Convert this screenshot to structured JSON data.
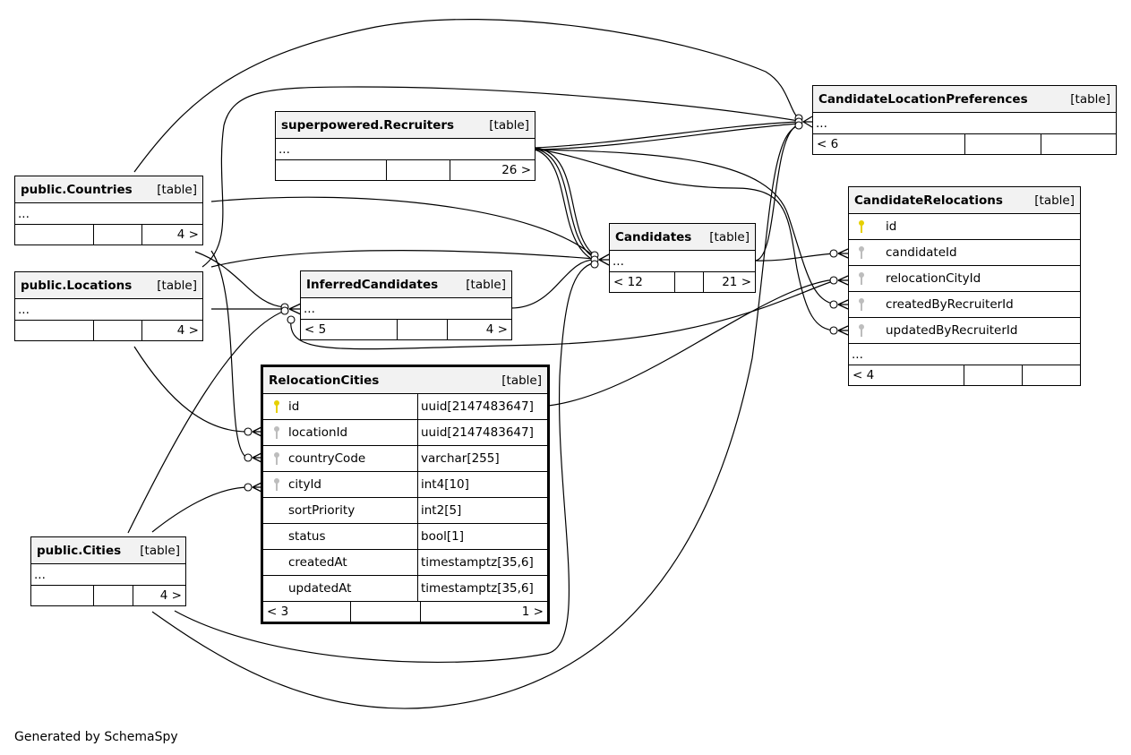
{
  "footer": "Generated by SchemaSpy",
  "table_tag": "[table]",
  "ellipsis": "...",
  "tables": {
    "clp": {
      "name": "CandidateLocationPreferences",
      "foot": [
        "< 6",
        "",
        ""
      ]
    },
    "recruiters": {
      "name": "superpowered.Recruiters",
      "foot": [
        "",
        "",
        "26 >"
      ]
    },
    "countries": {
      "name": "public.Countries",
      "foot": [
        "",
        "",
        "4 >"
      ]
    },
    "locations": {
      "name": "public.Locations",
      "foot": [
        "",
        "",
        "4 >"
      ]
    },
    "inferred": {
      "name": "InferredCandidates",
      "foot": [
        "< 5",
        "",
        "4 >"
      ]
    },
    "candidates": {
      "name": "Candidates",
      "foot": [
        "< 12",
        "",
        "21 >"
      ]
    },
    "cities": {
      "name": "public.Cities",
      "foot": [
        "",
        "",
        "4 >"
      ]
    },
    "relocations": {
      "name": "CandidateRelocations",
      "columns": [
        {
          "name": "id",
          "key": "pk"
        },
        {
          "name": "candidateId",
          "key": "fk"
        },
        {
          "name": "relocationCityId",
          "key": "fk"
        },
        {
          "name": "createdByRecruiterId",
          "key": "fk"
        },
        {
          "name": "updatedByRecruiterId",
          "key": "fk"
        }
      ],
      "foot": [
        "< 4",
        "",
        ""
      ]
    },
    "relocationCities": {
      "name": "RelocationCities",
      "columns": [
        {
          "name": "id",
          "type": "uuid[2147483647]",
          "key": "pk"
        },
        {
          "name": "locationId",
          "type": "uuid[2147483647]",
          "key": "fk"
        },
        {
          "name": "countryCode",
          "type": "varchar[255]",
          "key": "fk"
        },
        {
          "name": "cityId",
          "type": "int4[10]",
          "key": "fk"
        },
        {
          "name": "sortPriority",
          "type": "int2[5]",
          "key": "none"
        },
        {
          "name": "status",
          "type": "bool[1]",
          "key": "none"
        },
        {
          "name": "createdAt",
          "type": "timestamptz[35,6]",
          "key": "none"
        },
        {
          "name": "updatedAt",
          "type": "timestamptz[35,6]",
          "key": "none"
        }
      ],
      "foot": [
        "< 3",
        "",
        "1 >"
      ]
    }
  }
}
